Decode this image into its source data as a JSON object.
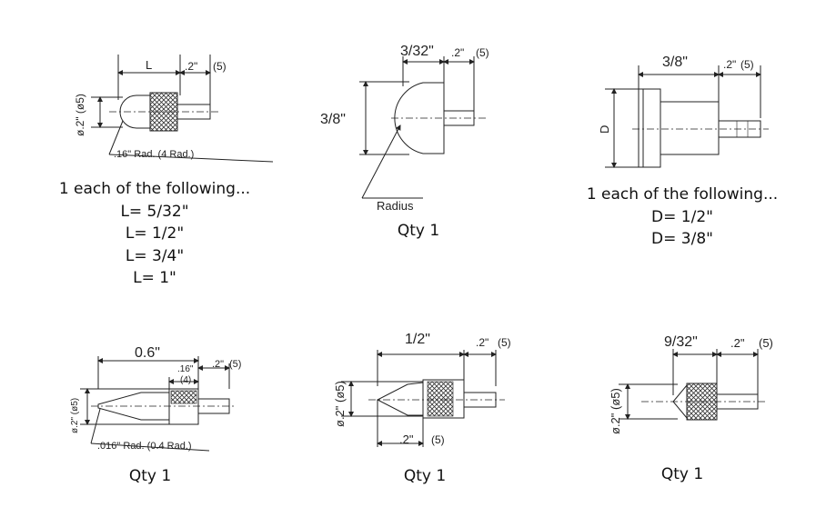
{
  "tip_1": {
    "dim_length": "L",
    "dim_thread": ".2\"",
    "dim_thread_metric": "(5)",
    "dim_diameter": "ø.2\" (ø5)",
    "note_radius": ".16\" Rad. (4 Rad.)",
    "caption": [
      "1 each of the following...",
      "L= 5/32\"",
      "L= 1/2\"",
      "L= 3/4\"",
      "L= 1\""
    ]
  },
  "tip_2": {
    "dim_width": "3/32\"",
    "dim_thread": ".2\"",
    "dim_thread_metric": "(5)",
    "dim_height": "3/8\"",
    "note_radius": "Radius",
    "caption": [
      "Qty 1"
    ]
  },
  "tip_3": {
    "dim_width": "3/8\"",
    "dim_thread": ".2\"",
    "dim_thread_metric": "(5)",
    "dim_diameter": "D",
    "caption": [
      "1 each of the following...",
      "D= 1/2\"",
      "D= 3/8\""
    ]
  },
  "tip_4": {
    "dim_length": "0.6\"",
    "dim_knurl": ".16\"",
    "dim_knurl_metric": "(4)",
    "dim_thread": ".2\"",
    "dim_thread_metric": "(5)",
    "dim_diameter": "ø.2\" (ø5)",
    "note_radius": ".016\" Rad. (0.4 Rad.)",
    "caption": [
      "Qty 1"
    ]
  },
  "tip_5": {
    "dim_length": "1/2\"",
    "dim_thread": ".2\"",
    "dim_thread_metric": "(5)",
    "dim_diameter": "ø.2\" (ø5)",
    "dim_cone": ".2\"",
    "dim_cone_metric": "(5)",
    "caption": [
      "Qty 1"
    ]
  },
  "tip_6": {
    "dim_length": "9/32\"",
    "dim_thread": ".2\"",
    "dim_thread_metric": "(5)",
    "dim_diameter": "ø.2\" (ø5)",
    "caption": [
      "Qty 1"
    ]
  },
  "colors": {
    "ink": "#222222",
    "background": "#ffffff"
  }
}
